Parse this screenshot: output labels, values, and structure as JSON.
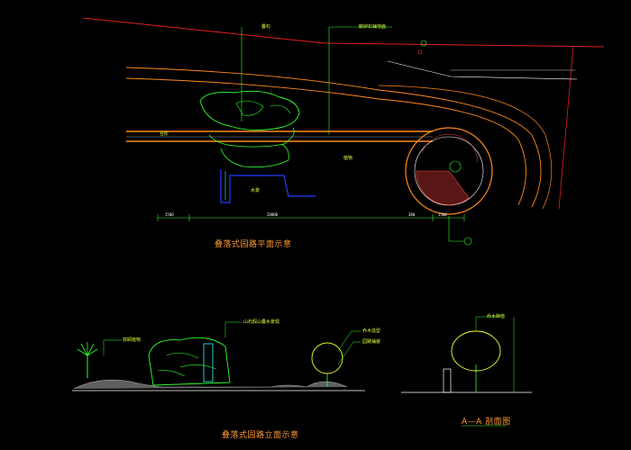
{
  "drawing": {
    "plan_title": "叠落式园路平面示意",
    "elevation_title": "叠落式园路立面示意",
    "section_title": "A—A 剖面图",
    "plan_labels": {
      "rock": "叠石",
      "paving": "鹅卵石铺地面",
      "water": "水景",
      "step": "台阶",
      "plant": "植物"
    },
    "elevation_labels": {
      "palm": "棕榈植物",
      "rock_wall": "山石假山叠水景观",
      "tree": "乔木造型",
      "paving": "园路铺装"
    },
    "section_labels": {
      "tree": "乔木种植"
    },
    "dimensions": {
      "total": "20000",
      "left": "1500",
      "right": "1500",
      "small": "300"
    },
    "colors": {
      "red_line": "#e02020",
      "orange": "#ff8a1a",
      "green": "#30ff30",
      "yellow": "#f0ff30",
      "cyan": "#30ffff",
      "blue": "#2040ff"
    }
  }
}
